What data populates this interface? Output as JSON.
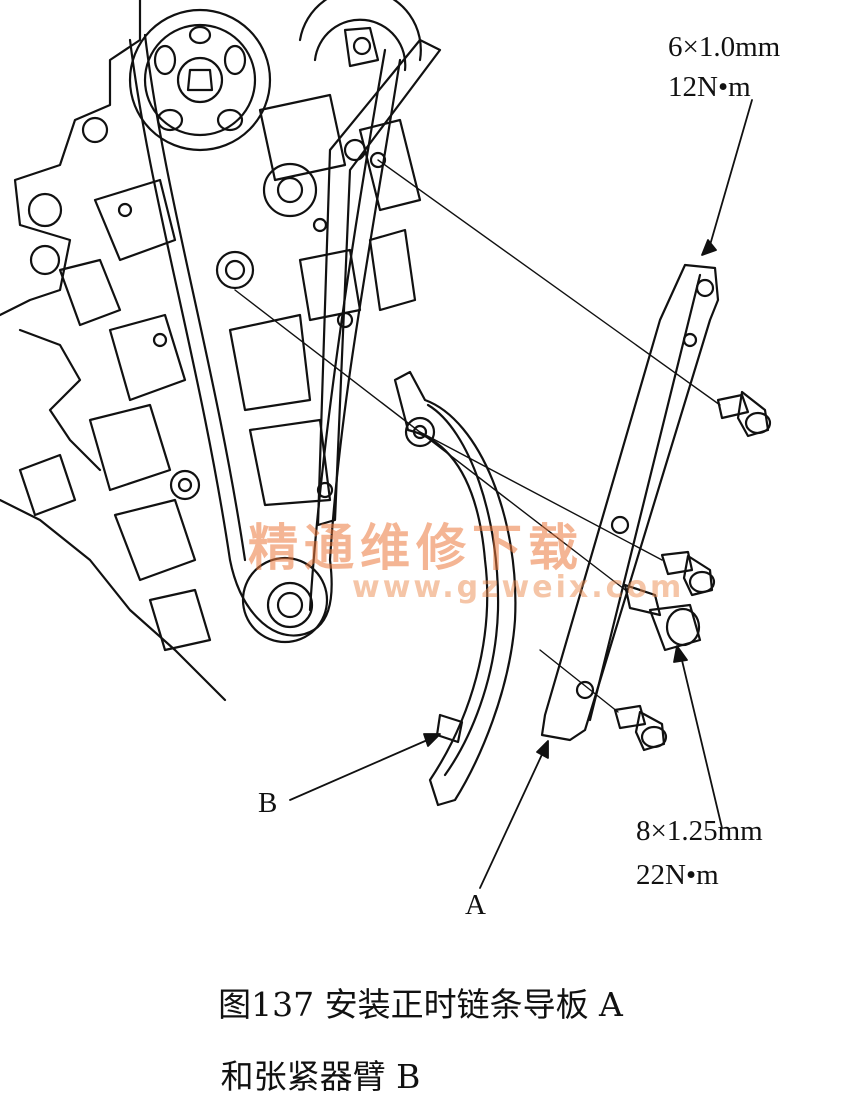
{
  "labels": {
    "top_spec_size": "6×1.0mm",
    "top_spec_torque": "12N•m",
    "bottom_spec_size": "8×1.25mm",
    "bottom_spec_torque": "22N•m",
    "callout_a": "A",
    "callout_b": "B"
  },
  "caption": {
    "line1": "图137    安装正时链条导板 A",
    "line2": "和张紧器臂 B"
  },
  "watermark": {
    "text": "精通维修下载",
    "url": "www.gzweix.com"
  },
  "colors": {
    "line": "#111111",
    "watermark": "#eb783c"
  }
}
